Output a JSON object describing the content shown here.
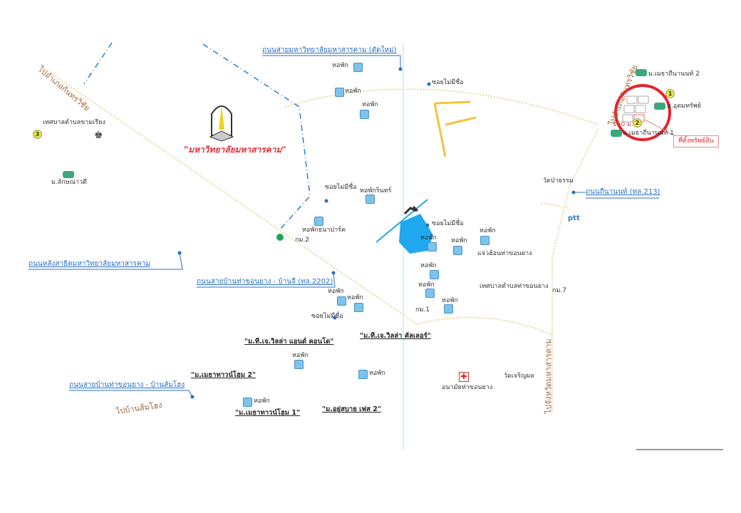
{
  "roads": {
    "new_univ_road": "ถนนสายมหาวิทยาลัยมหาสารคาม (ตัดใหม่)",
    "behind_demo_school": "ถนนหลังสาธิตมหาวิทยาลัยมหาสารคาม",
    "thakhonyang_banji": "ถนนสายบ้านท่าขอนยาง - บ้านจี (ทล.2202)",
    "thakhonyang_somhong": "ถนนสายบ้านท่าขอนยาง - บ้านส้มโฮง",
    "theenanon": "ถนนถีนานนท์ (ทล.213)"
  },
  "directions": {
    "to_kantharawichai_left": "ไปอำเภอกันทรวิชัย",
    "to_kantharawichai_right": "ไปอำเภอกันทรวิชัย",
    "to_somhong": "ไปบ้านส้มโฮง",
    "to_mahasarakham": "ไปจังหวัดมหาสารคาม"
  },
  "university": "\"มหาวิทยาลัยมหาสารคาม\"",
  "places": {
    "kham_riang_municipality": "เทศบาลตำบลขามเรียง",
    "laksanawadee": "ม.ลักษณาวดี",
    "unnamed_soi": "ซอยไม่มีชื่อ",
    "dorm": "หอพัก",
    "dorm_rin": "หอพักรินทร์",
    "dorm_thana_park": "หอพักธนาปาร์ค",
    "km2": "กม.2",
    "km1": "กม.1",
    "km7": "กม.7",
    "jaew_hon": "แจ่วฮ้อนท่าขอนยาง",
    "thakhonyang_municipality": "เทศบาลตำบลท่าขอนยาง",
    "wat_pa_tham": "วัดป่าธรรม",
    "wat_charoen_phon": "วัดเจริญผล",
    "health_center": "อนามัยท่าขอนยาง",
    "ptt": "ptt"
  },
  "villages": {
    "tj_color": "\"ม.ที.เจ.วิลล่า คัลเลอร์\"",
    "tj_condo": "\"ม.ที.เจ.วิลล่า แอนด์ คอนโด\"",
    "metha_town2": "\"ม.เมธาทาวน์โฮม 2\"",
    "metha_town1": "\"ม.เมธาทาวน์โฮม 1\"",
    "yoosabai2": "\"ม.อยู่สบาย เฟส 2\""
  },
  "property": {
    "metha_theenanon2": "ม.เมธาถีนานนท์ 2",
    "udomsap": "ม.อุดมทรัพย์",
    "metha_theenanon1": "ม.เมธาถีนานนท์ 1",
    "distance": "150 ม.",
    "location_label": "ที่ตั้งทรัพย์สิน",
    "marker1": "1",
    "marker2": "2",
    "marker3": "3"
  },
  "colors": {
    "road": "#e8d9a8",
    "label_blue": "#2a6fc0",
    "highlight": "#e8202a",
    "plot": "#1fa8ee"
  }
}
